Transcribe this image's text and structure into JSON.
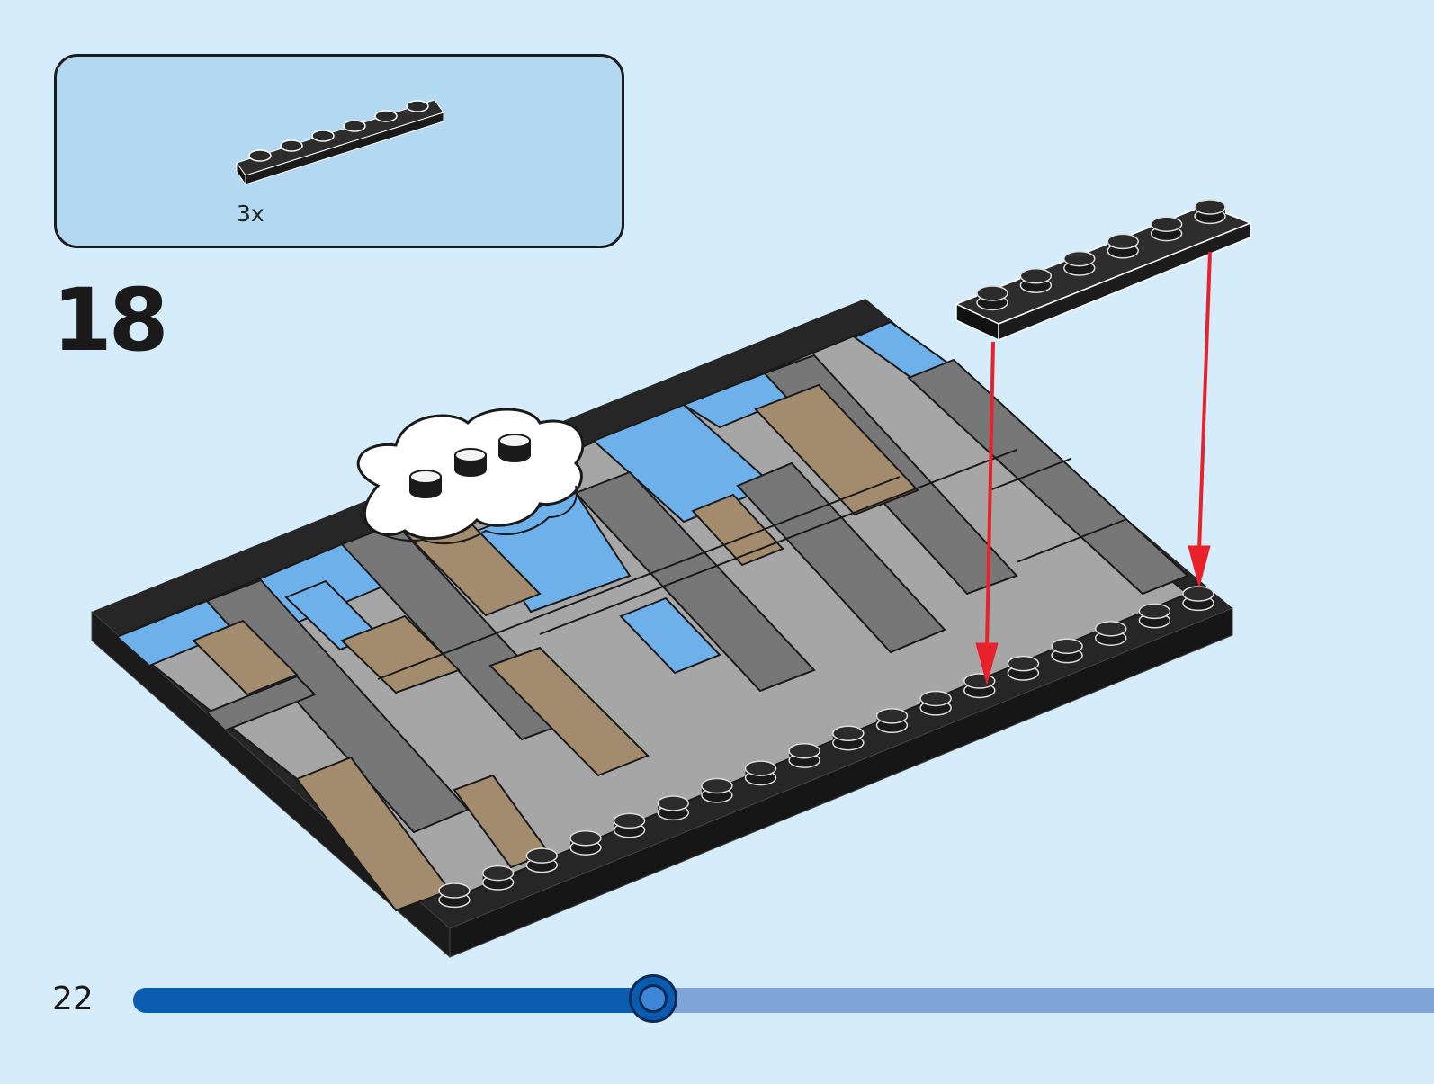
{
  "parts_box": {
    "quantity": "3x",
    "part_icon": "black-1x6-plate-icon"
  },
  "step": {
    "number": "18"
  },
  "footer": {
    "page_number": "22",
    "progress_fraction": 0.4
  },
  "colors": {
    "background": "#d5ecfb",
    "parts_box": "#b3d8f2",
    "plate_black": "#262626",
    "tile_light_gray": "#a6a6a6",
    "tile_dark_gray": "#777777",
    "tile_blue": "#6eb0ea",
    "tile_tan": "#a38b6e",
    "arrow_red": "#e8212b",
    "progress_fill": "#0a5cb0",
    "progress_track": "#7fa5d8"
  }
}
